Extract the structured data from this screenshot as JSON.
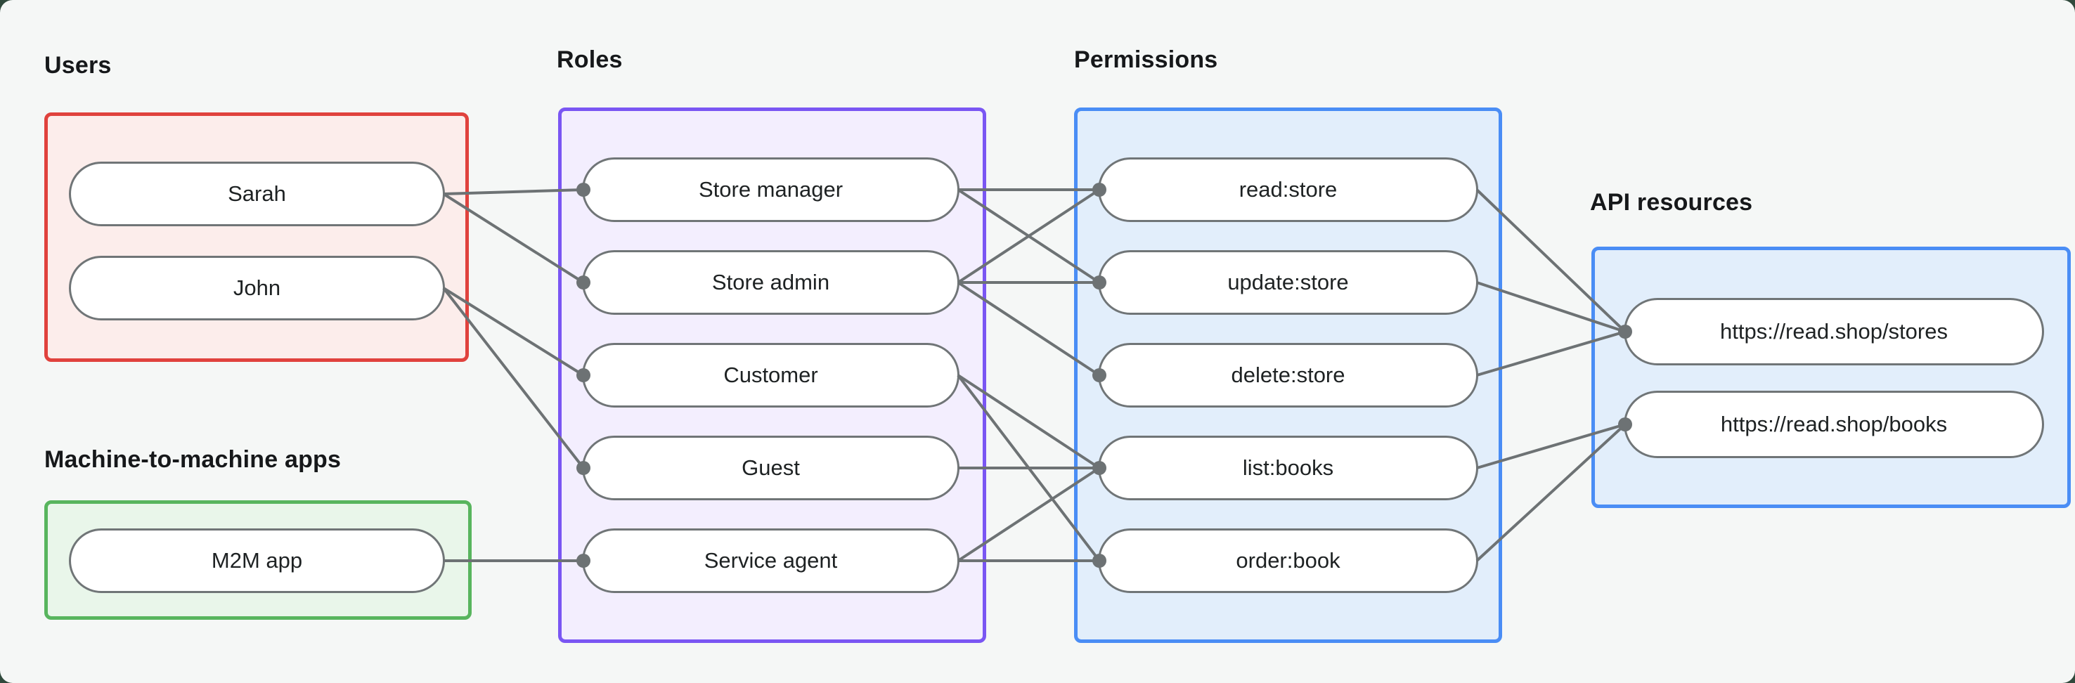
{
  "title": "RBAC diagram: users, roles, permissions and API resources",
  "colors": {
    "background": "#f5f7f6",
    "page_corner": "#30493c",
    "edge": "#6d7274",
    "dot": "#6d7274",
    "node_fill": "#ffffff",
    "node_border": "#707577",
    "heading_text": "#16181a",
    "node_text": "#1e2223",
    "users_border": "#e0423d",
    "users_fill": "#fcedeb",
    "m2m_border": "#58b55e",
    "m2m_fill": "#e9f6ea",
    "roles_border": "#7a56f3",
    "roles_fill": "#f3eefe",
    "permissions_border": "#4a8df5",
    "permissions_fill": "#e2eefb",
    "api_border": "#4a8df5",
    "api_fill": "#e2eefb"
  },
  "groups": [
    {
      "id": "users",
      "label": "Users",
      "border_color": "#e0423d",
      "fill_color": "#fcedeb",
      "nodes": [
        "Sarah",
        "John"
      ]
    },
    {
      "id": "m2m",
      "label": "Machine-to-machine apps",
      "border_color": "#58b55e",
      "fill_color": "#e9f6ea",
      "nodes": [
        "M2M app"
      ]
    },
    {
      "id": "roles",
      "label": "Roles",
      "border_color": "#7a56f3",
      "fill_color": "#f3eefe",
      "nodes": [
        "Store manager",
        "Store admin",
        "Customer",
        "Guest",
        "Service agent"
      ]
    },
    {
      "id": "permissions",
      "label": "Permissions",
      "border_color": "#4a8df5",
      "fill_color": "#e2eefb",
      "nodes": [
        "read:store",
        "update:store",
        "delete:store",
        "list:books",
        "order:book"
      ]
    },
    {
      "id": "api",
      "label": "API resources",
      "border_color": "#4a8df5",
      "fill_color": "#e2eefb",
      "nodes": [
        "https://read.shop/stores",
        "https://read.shop/books"
      ]
    }
  ],
  "edges": [
    [
      "Sarah",
      "Store manager"
    ],
    [
      "Sarah",
      "Store admin"
    ],
    [
      "John",
      "Customer"
    ],
    [
      "John",
      "Guest"
    ],
    [
      "M2M app",
      "Service agent"
    ],
    [
      "Store manager",
      "read:store"
    ],
    [
      "Store manager",
      "update:store"
    ],
    [
      "Store admin",
      "read:store"
    ],
    [
      "Store admin",
      "update:store"
    ],
    [
      "Store admin",
      "delete:store"
    ],
    [
      "Customer",
      "list:books"
    ],
    [
      "Customer",
      "order:book"
    ],
    [
      "Guest",
      "list:books"
    ],
    [
      "Service agent",
      "list:books"
    ],
    [
      "Service agent",
      "order:book"
    ],
    [
      "read:store",
      "https://read.shop/stores"
    ],
    [
      "update:store",
      "https://read.shop/stores"
    ],
    [
      "delete:store",
      "https://read.shop/stores"
    ],
    [
      "list:books",
      "https://read.shop/books"
    ],
    [
      "order:book",
      "https://read.shop/books"
    ]
  ]
}
